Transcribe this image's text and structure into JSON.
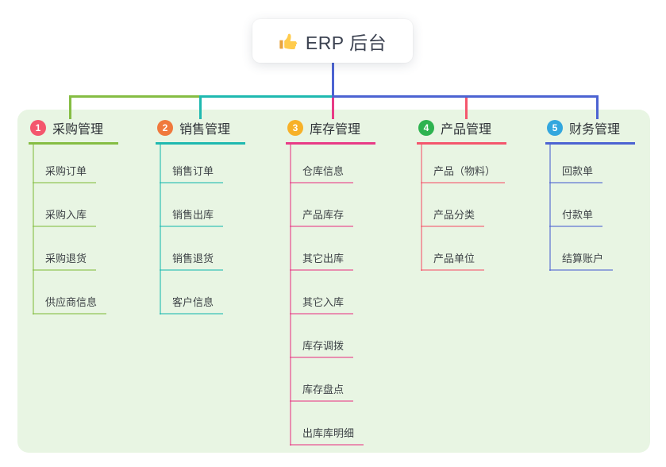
{
  "root": {
    "label": "ERP 后台",
    "icon": "thumbs-up-icon"
  },
  "branches": [
    {
      "num": "1",
      "title": "采购管理",
      "badge_color": "#f4566d",
      "line_color": "#85bd43",
      "children": [
        "采购订单",
        "采购入库",
        "采购退货",
        "供应商信息"
      ]
    },
    {
      "num": "2",
      "title": "销售管理",
      "badge_color": "#f0793d",
      "line_color": "#1fb9b0",
      "children": [
        "销售订单",
        "销售出库",
        "销售退货",
        "客户信息"
      ]
    },
    {
      "num": "3",
      "title": "库存管理",
      "badge_color": "#f7b128",
      "line_color": "#e83b86",
      "children": [
        "仓库信息",
        "产品库存",
        "其它出库",
        "其它入库",
        "库存调拨",
        "库存盘点",
        "出库库明细"
      ]
    },
    {
      "num": "4",
      "title": "产品管理",
      "badge_color": "#2eb350",
      "line_color": "#f4566d",
      "children": [
        "产品（物料）",
        "产品分类",
        "产品单位"
      ]
    },
    {
      "num": "5",
      "title": "财务管理",
      "badge_color": "#33a7de",
      "line_color": "#4c63d2",
      "children": [
        "回款单",
        "付款单",
        "结算账户"
      ]
    }
  ],
  "canvas": {
    "panel_bg": "#e8f5e3",
    "root_line_color": "#4c63d2"
  }
}
